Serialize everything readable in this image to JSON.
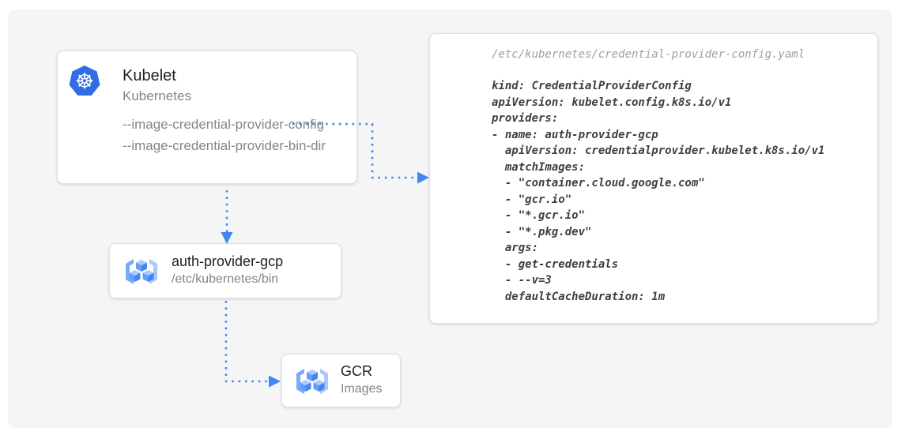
{
  "diagram": {
    "kubelet_card": {
      "title": "Kubelet",
      "subtitle": "Kubernetes",
      "flags": [
        "--image-credential-provider-config",
        "--image-credential-provider-bin-dir"
      ]
    },
    "auth_provider_card": {
      "title": "auth-provider-gcp",
      "subtitle": "/etc/kubernetes/bin"
    },
    "gcr_card": {
      "title": "GCR",
      "subtitle": "Images"
    },
    "config_card": {
      "file_path": "/etc/kubernetes/credential-provider-config.yaml",
      "yaml": "kind: CredentialProviderConfig\napiVersion: kubelet.config.k8s.io/v1\nproviders:\n- name: auth-provider-gcp\n  apiVersion: credentialprovider.kubelet.k8s.io/v1\n  matchImages:\n  - \"container.cloud.google.com\"\n  - \"gcr.io\"\n  - \"*.gcr.io\"\n  - \"*.pkg.dev\"\n  args:\n  - get-credentials\n  - --v=3\n  defaultCacheDuration: 1m"
    },
    "icons": {
      "kubelet_icon": "kubernetes-helm",
      "auth_provider_icon": "gcr-cubes",
      "gcr_icon": "gcr-cubes",
      "helm_glyph": "☸"
    },
    "colors": {
      "arrow_blue": "#4285F4",
      "kubernetes_blue": "#326CE5",
      "panel_background": "#F5F5F5",
      "card_background": "#FFFFFF",
      "card_border": "#E0E0E0",
      "title_text": "#202124",
      "secondary_text": "#80868B",
      "code_text": "#3C4043",
      "code_path_text": "#9AA0A6"
    }
  }
}
